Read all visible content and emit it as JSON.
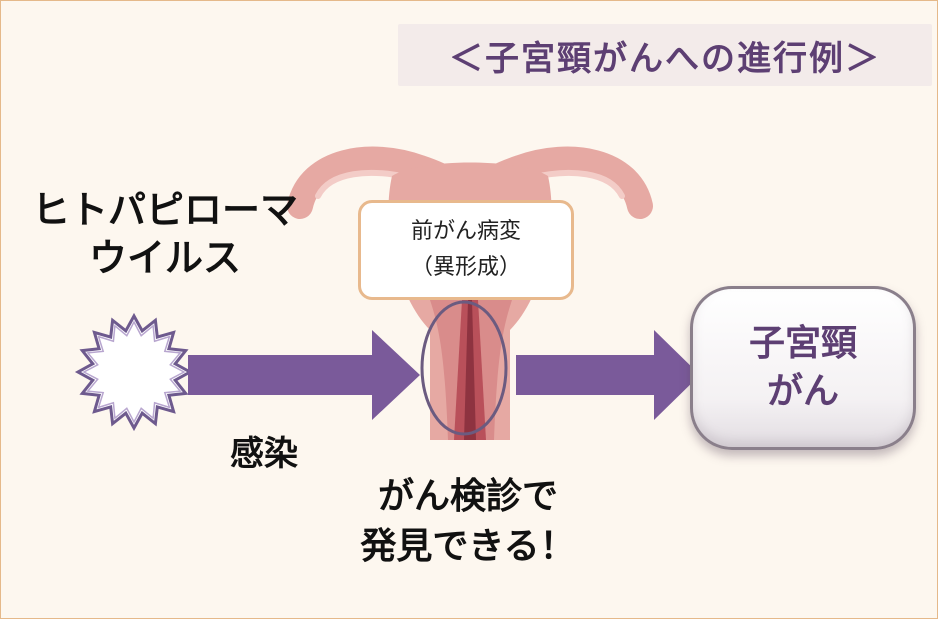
{
  "title": "＜子宮頸がんへの進行例＞",
  "virus": {
    "line1": "ヒトパピローマ",
    "line2": "ウイルス"
  },
  "precancer": {
    "line1": "前がん病変",
    "line2": "（異形成）"
  },
  "infection_label": "感染",
  "detection": {
    "line1": "がん検診で",
    "line2": "発見できる！"
  },
  "cancer": {
    "line1": "子宮頸",
    "line2": "がん"
  },
  "colors": {
    "accent_purple": "#7a5a9a",
    "title_text": "#5d3f73",
    "uterus_pink": "#e6a9a3",
    "uterus_dark": "#b9505a",
    "callout_border": "#e8b98d"
  },
  "icons": [
    "virus-icon",
    "uterus-illustration",
    "arrow-right-icon"
  ]
}
